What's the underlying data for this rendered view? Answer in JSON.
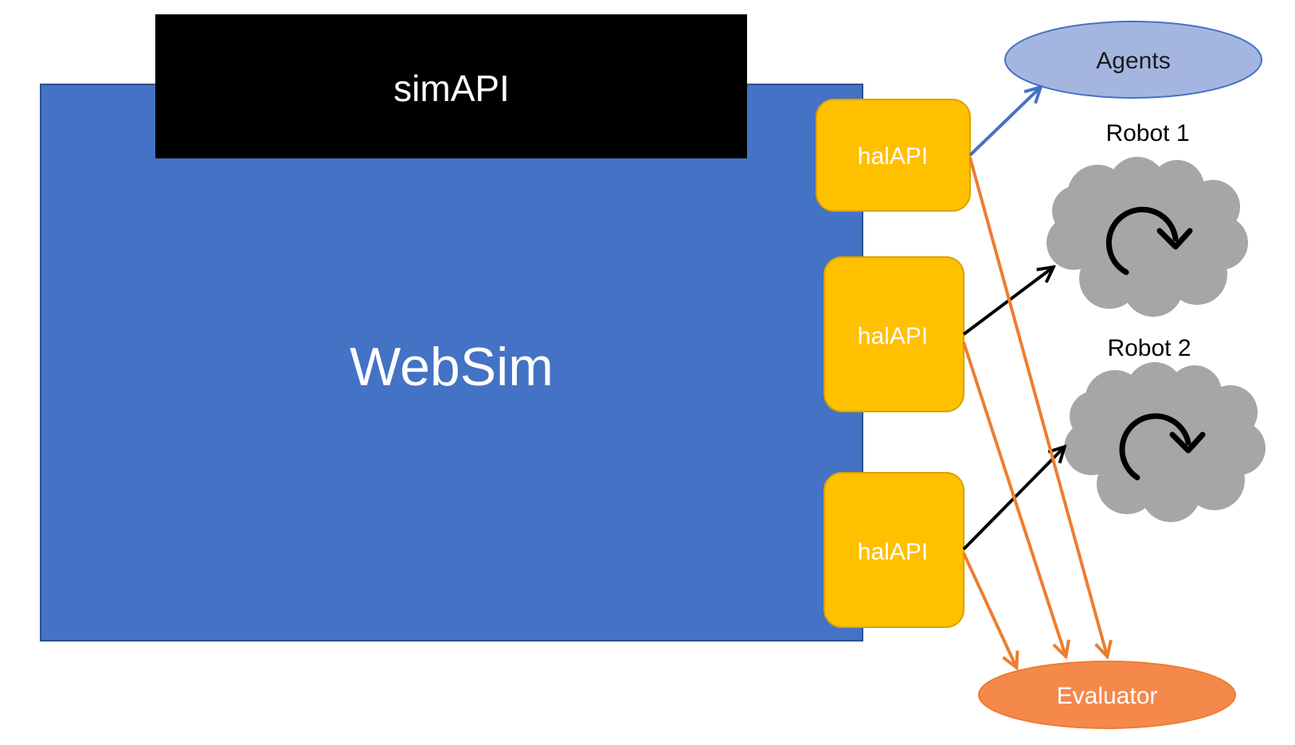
{
  "diagram": {
    "websim": {
      "label": "WebSim",
      "fill": "#4472C4",
      "stroke": "#2F528F"
    },
    "simapi": {
      "label": "simAPI",
      "fill": "#000000"
    },
    "halapis": [
      {
        "label": "halAPI"
      },
      {
        "label": "halAPI"
      },
      {
        "label": "halAPI"
      }
    ],
    "halapi_fill": "#FFC000",
    "halapi_stroke": "#D9A300",
    "agents": {
      "label": "Agents",
      "fill": "#A4B6E0",
      "stroke": "#4472C4"
    },
    "robots": [
      {
        "label": "Robot 1",
        "icon": "cloud-refresh-icon"
      },
      {
        "label": "Robot 2",
        "icon": "cloud-refresh-icon"
      }
    ],
    "cloud_fill": "#A6A6A6",
    "evaluator": {
      "label": "Evaluator",
      "fill": "#F4894B",
      "stroke": "#ED7D31"
    },
    "arrow_colors": {
      "agents": "#4472C4",
      "robots": "#000000",
      "evaluator": "#ED7D31"
    }
  }
}
